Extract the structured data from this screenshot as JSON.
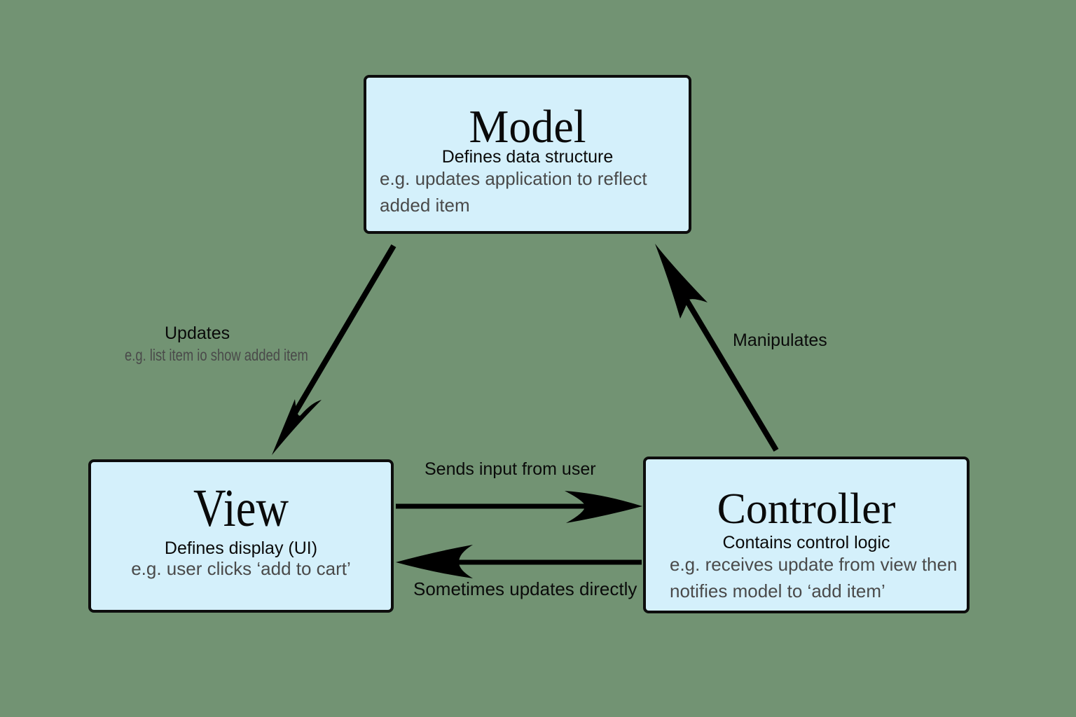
{
  "background_color": "#729373",
  "box_fill": "#d4f0fb",
  "nodes": {
    "model": {
      "title": "Model",
      "description": "Defines data structure",
      "example": "e.g. updates application to reflect added item"
    },
    "view": {
      "title": "View",
      "description": "Defines display (UI)",
      "example": "e.g. user clicks ‘add to cart’"
    },
    "controller": {
      "title": "Controller",
      "description": "Contains control logic",
      "example": "e.g. receives update from view then notifies model to ‘add item’"
    }
  },
  "edges": {
    "model_to_view": {
      "label": "Updates",
      "example": "e.g. list item io show added item"
    },
    "controller_to_model": {
      "label": "Manipulates"
    },
    "view_to_controller": {
      "label": "Sends input from user"
    },
    "controller_to_view": {
      "label": "Sometimes updates directly"
    }
  }
}
